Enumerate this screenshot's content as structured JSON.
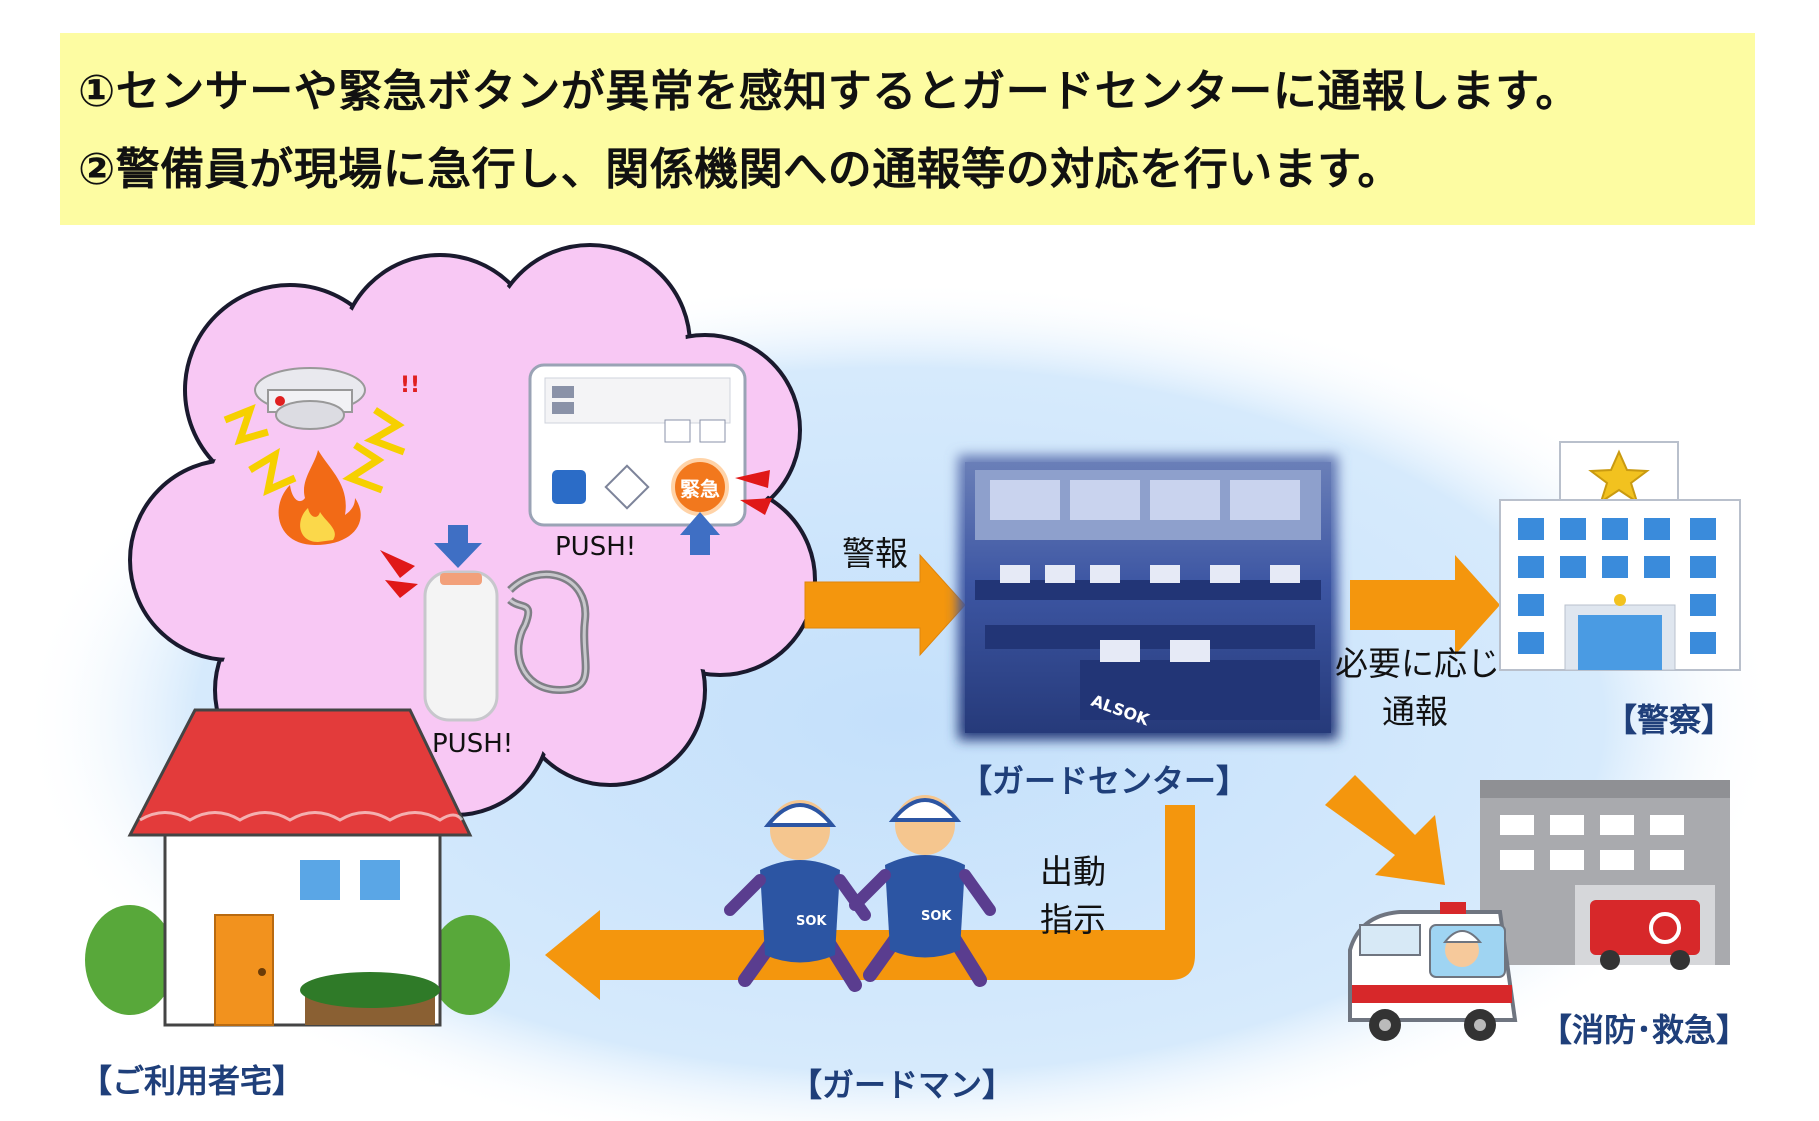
{
  "banner": {
    "line1": "①センサーや緊急ボタンが異常を感知するとガードセンターに通報します。",
    "line2": "②警備員が現場に急行し、関係機関への通報等の対応を行います。"
  },
  "labels": {
    "push_panel": "PUSH!",
    "push_pendant": "PUSH!",
    "alarm": "警報",
    "notify_line1": "必要に応じ",
    "notify_line2": "通報",
    "dispatch_line1": "出動",
    "dispatch_line2": "指示",
    "guard_center": "【ガードセンター】",
    "police": "【警察】",
    "fire_ems": "【消防･救急】",
    "user_home": "【ご利用者宅】",
    "guardman": "【ガードマン】",
    "panel_emergency_button": "緊急",
    "exclaim": "!!",
    "center_logo": "ALSOK",
    "guard_badge": "SOK"
  },
  "colors": {
    "banner": "#fdfca2",
    "background_ellipse": "#cfe6fb",
    "thought_cloud": "#f8c8f4",
    "flow_arrow": "#f4960d",
    "down_arrow": "#3f6fc4",
    "caption_text": "#1f3f7a"
  },
  "icons": {
    "smoke_detector": "smoke-detector-icon",
    "fire": "fire-icon",
    "control_panel": "emergency-panel-icon",
    "pendant": "pendant-alarm-icon",
    "control_room": "control-room-photo",
    "police_station": "police-station-icon",
    "fire_station": "fire-station-icon",
    "ambulance": "ambulance-icon",
    "house": "house-icon",
    "guard": "running-guard-icon"
  }
}
